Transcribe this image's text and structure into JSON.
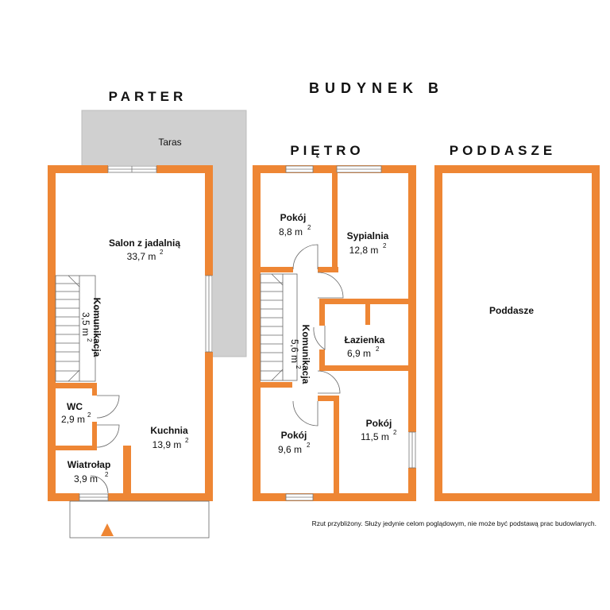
{
  "title": "BUDYNEK B",
  "colors": {
    "wall": "#ee8634",
    "terrace": "#d0d0d0",
    "entrance_arrow": "#ee8634"
  },
  "floors": [
    {
      "title": "PARTER",
      "terrace_label": "Taras",
      "rooms": [
        {
          "name": "Salon z jadalnią",
          "area": "33,7 m",
          "sup": "2"
        },
        {
          "name": "Komunikacja",
          "area": "3,5 m",
          "sup": "2"
        },
        {
          "name": "WC",
          "area": "2,9 m",
          "sup": "2"
        },
        {
          "name": "Kuchnia",
          "area": "13,9 m",
          "sup": "2"
        },
        {
          "name": "Wiatrołap",
          "area": "3,9 m",
          "sup": "2"
        }
      ]
    },
    {
      "title": "PIĘTRO",
      "rooms": [
        {
          "name": "Pokój",
          "area": "8,8 m",
          "sup": "2"
        },
        {
          "name": "Sypialnia",
          "area": "12,8 m",
          "sup": "2"
        },
        {
          "name": "Komunikacja",
          "area": "5,6 m",
          "sup": "2"
        },
        {
          "name": "Łazienka",
          "area": "6,9 m",
          "sup": "2"
        },
        {
          "name": "Pokój",
          "area": "9,6 m",
          "sup": "2"
        },
        {
          "name": "Pokój",
          "area": "11,5 m",
          "sup": "2"
        }
      ]
    },
    {
      "title": "PODDASZE",
      "rooms": [
        {
          "name": "Poddasze"
        }
      ]
    }
  ],
  "disclaimer": "Rzut przybliżony. Służy jedynie celom poglądowym, nie może być podstawą prac budowlanych."
}
